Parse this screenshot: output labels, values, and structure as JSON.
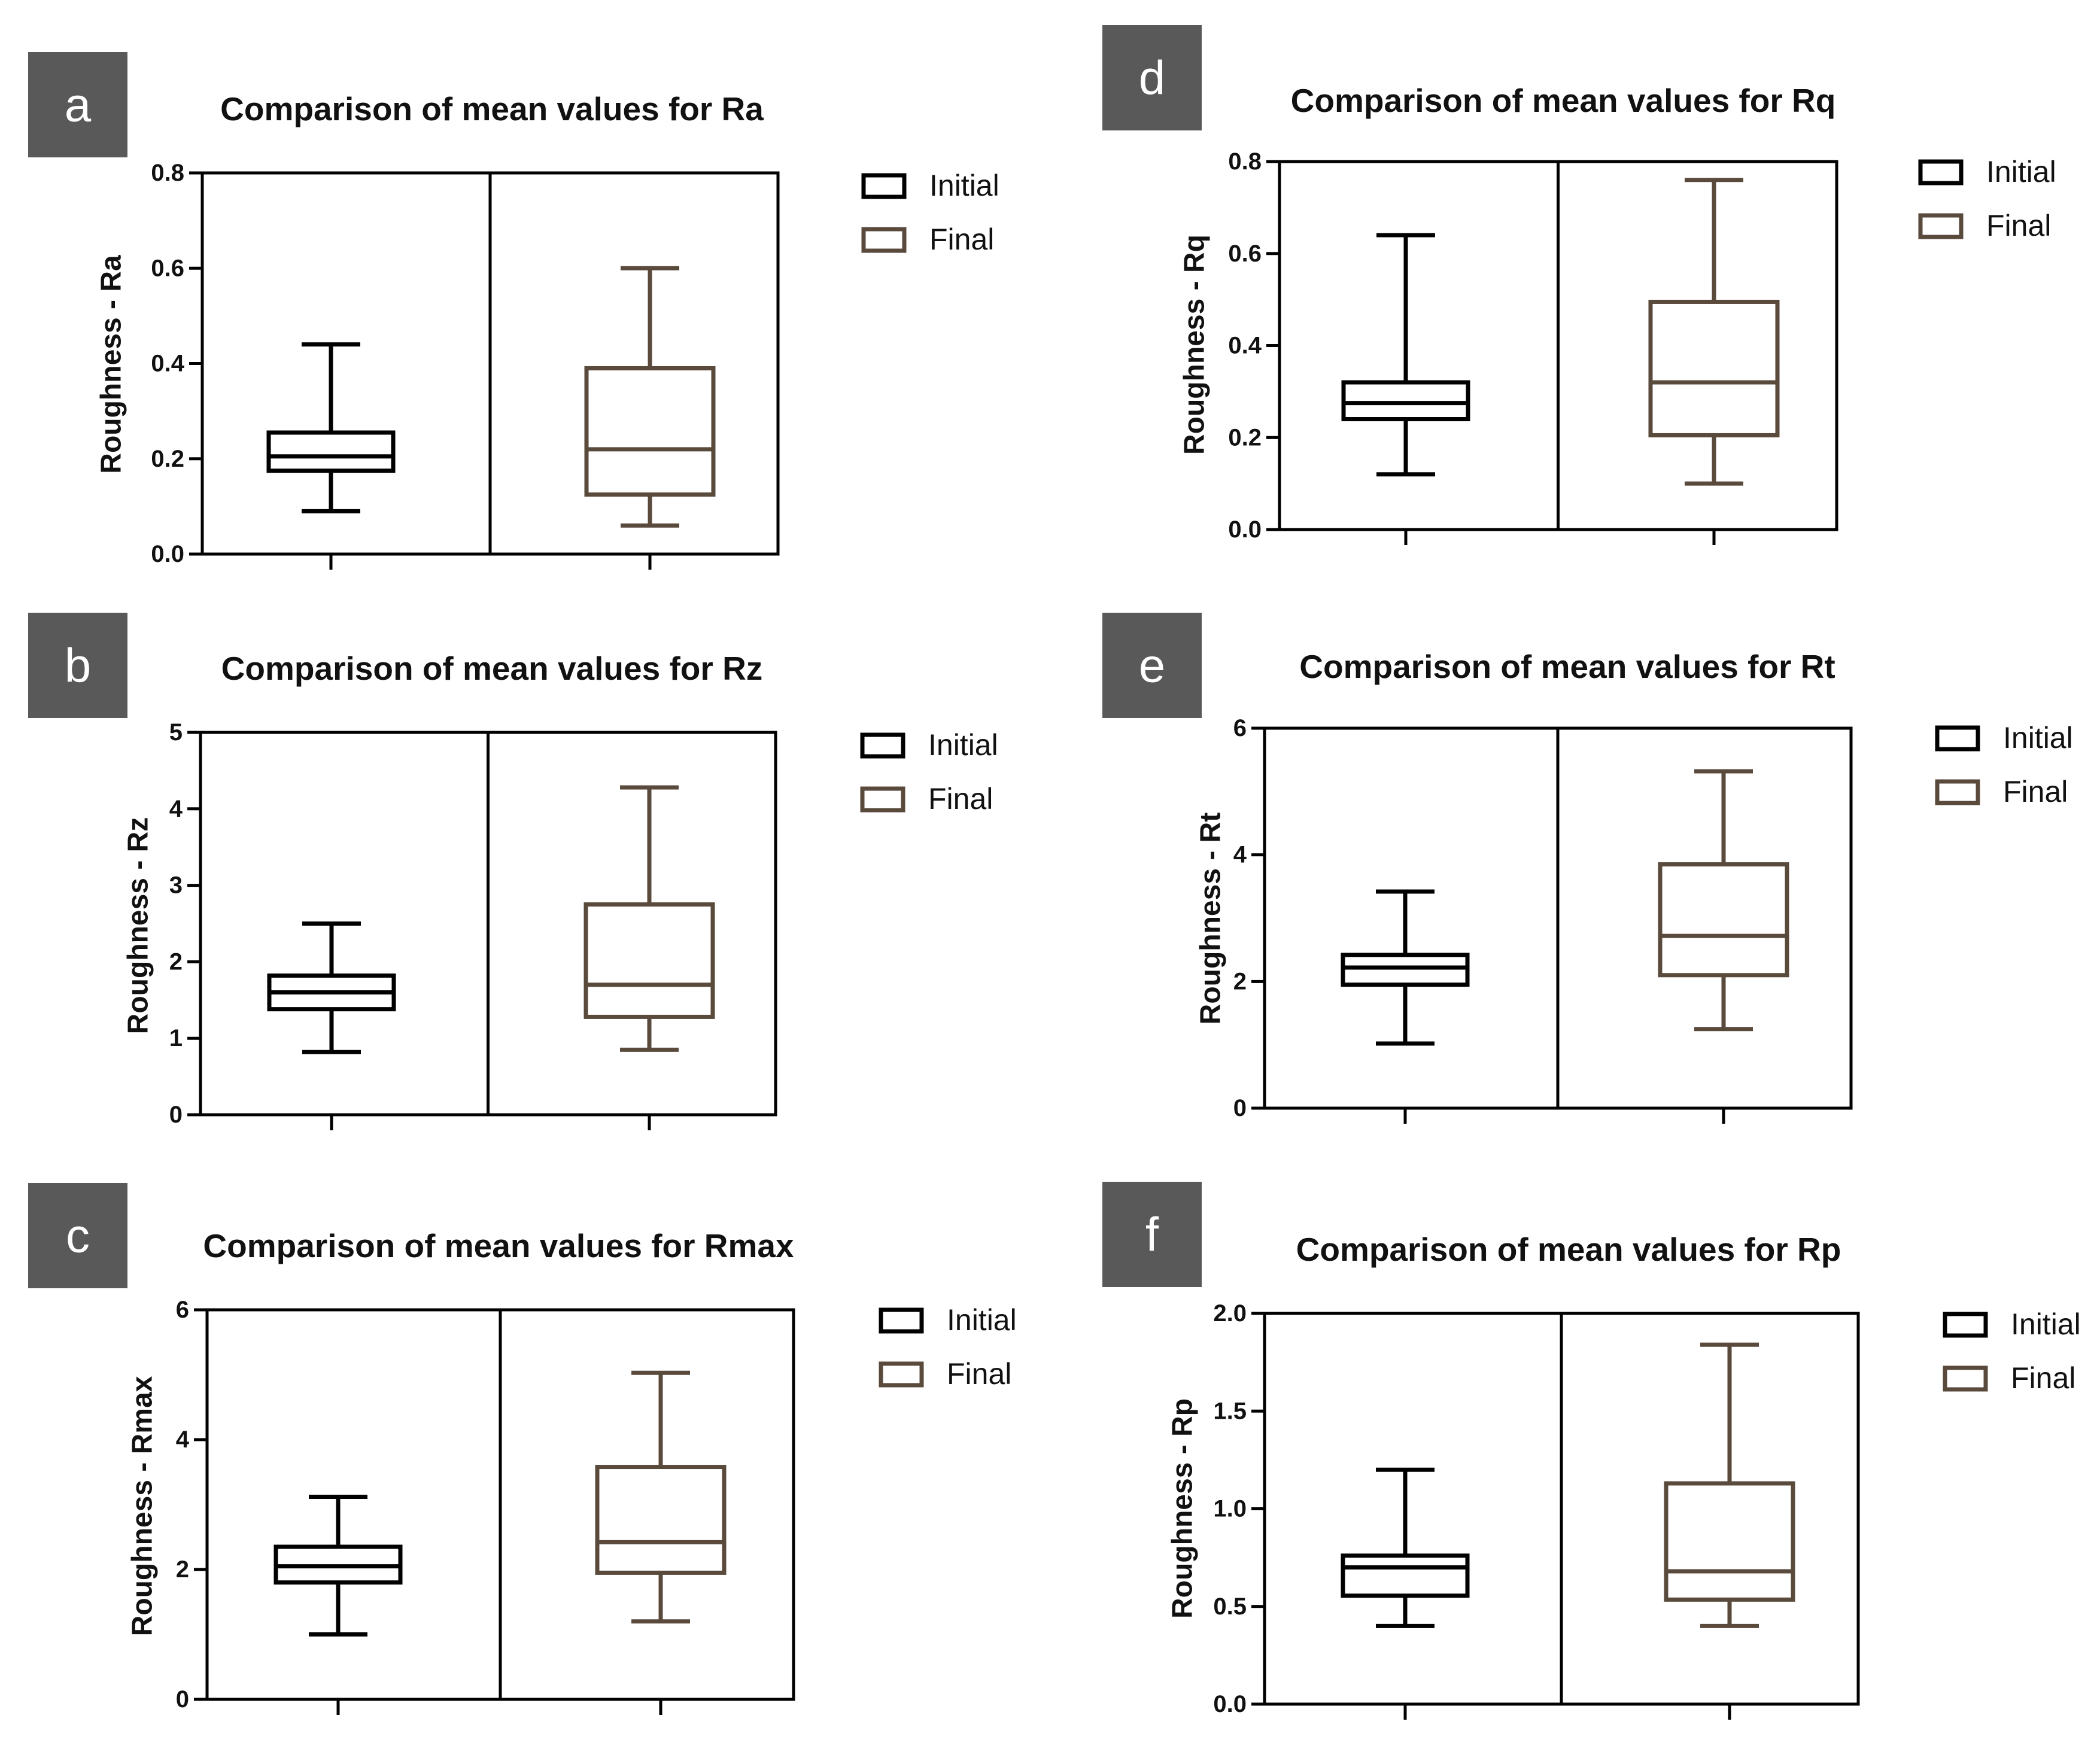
{
  "figure": {
    "colors": {
      "initial": "#000000",
      "final": "#5a4a3c",
      "tag_bg": "#595959",
      "tag_text": "#ffffff"
    }
  },
  "chart_data": [
    {
      "type": "box",
      "panel": "a",
      "title": "Comparison of mean values for Ra",
      "ylabel": "Roughness - Ra",
      "ylim": [
        0,
        0.8
      ],
      "yticks": [
        "0.0",
        "0.2",
        "0.4",
        "0.6",
        "0.8"
      ],
      "legend": [
        "Initial",
        "Final"
      ],
      "legend_position": "right",
      "series": [
        {
          "name": "Initial",
          "min": 0.09,
          "q1": 0.175,
          "median": 0.205,
          "q3": 0.255,
          "max": 0.44
        },
        {
          "name": "Final",
          "min": 0.06,
          "q1": 0.125,
          "median": 0.22,
          "q3": 0.39,
          "max": 0.6
        }
      ]
    },
    {
      "type": "box",
      "panel": "b",
      "title": "Comparison of mean values for Rz",
      "ylabel": "Roughness - Rz",
      "ylim": [
        0,
        5
      ],
      "yticks": [
        "0",
        "1",
        "2",
        "3",
        "4",
        "5"
      ],
      "legend": [
        "Initial",
        "Final"
      ],
      "legend_position": "right",
      "series": [
        {
          "name": "Initial",
          "min": 0.82,
          "q1": 1.38,
          "median": 1.6,
          "q3": 1.82,
          "max": 2.5
        },
        {
          "name": "Final",
          "min": 0.85,
          "q1": 1.28,
          "median": 1.7,
          "q3": 2.75,
          "max": 4.28
        }
      ]
    },
    {
      "type": "box",
      "panel": "c",
      "title": "Comparison of mean values for Rmax",
      "ylabel": "Roughness - Rmax",
      "ylim": [
        0,
        6
      ],
      "yticks": [
        "0",
        "2",
        "4",
        "6"
      ],
      "legend": [
        "Initial",
        "Final"
      ],
      "legend_position": "right",
      "series": [
        {
          "name": "Initial",
          "min": 1.0,
          "q1": 1.8,
          "median": 2.05,
          "q3": 2.35,
          "max": 3.12
        },
        {
          "name": "Final",
          "min": 1.2,
          "q1": 1.95,
          "median": 2.42,
          "q3": 3.58,
          "max": 5.03
        }
      ]
    },
    {
      "type": "box",
      "panel": "d",
      "title": "Comparison of mean values for Rq",
      "ylabel": "Roughness - Rq",
      "ylim": [
        0,
        0.8
      ],
      "yticks": [
        "0.0",
        "0.2",
        "0.4",
        "0.6",
        "0.8"
      ],
      "legend": [
        "Initial",
        "Final"
      ],
      "legend_position": "right",
      "series": [
        {
          "name": "Initial",
          "min": 0.12,
          "q1": 0.24,
          "median": 0.275,
          "q3": 0.32,
          "max": 0.64
        },
        {
          "name": "Final",
          "min": 0.1,
          "q1": 0.205,
          "median": 0.32,
          "q3": 0.495,
          "max": 0.76
        }
      ]
    },
    {
      "type": "box",
      "panel": "e",
      "title": "Comparison of mean values for Rt",
      "ylabel": "Roughness - Rt",
      "ylim": [
        0,
        6
      ],
      "yticks": [
        "0",
        "2",
        "4",
        "6"
      ],
      "legend": [
        "Initial",
        "Final"
      ],
      "legend_position": "right",
      "series": [
        {
          "name": "Initial",
          "min": 1.02,
          "q1": 1.95,
          "median": 2.22,
          "q3": 2.42,
          "max": 3.42
        },
        {
          "name": "Final",
          "min": 1.25,
          "q1": 2.1,
          "median": 2.72,
          "q3": 3.85,
          "max": 5.32
        }
      ]
    },
    {
      "type": "box",
      "panel": "f",
      "title": "Comparison of mean values for Rp",
      "ylabel": "Roughness - Rp",
      "ylim": [
        0,
        2.0
      ],
      "yticks": [
        "0.0",
        "0.5",
        "1.0",
        "1.5",
        "2.0"
      ],
      "legend": [
        "Initial",
        "Final"
      ],
      "legend_position": "right",
      "series": [
        {
          "name": "Initial",
          "min": 0.4,
          "q1": 0.555,
          "median": 0.7,
          "q3": 0.76,
          "max": 1.2
        },
        {
          "name": "Final",
          "min": 0.4,
          "q1": 0.535,
          "median": 0.68,
          "q3": 1.13,
          "max": 1.84
        }
      ]
    }
  ]
}
